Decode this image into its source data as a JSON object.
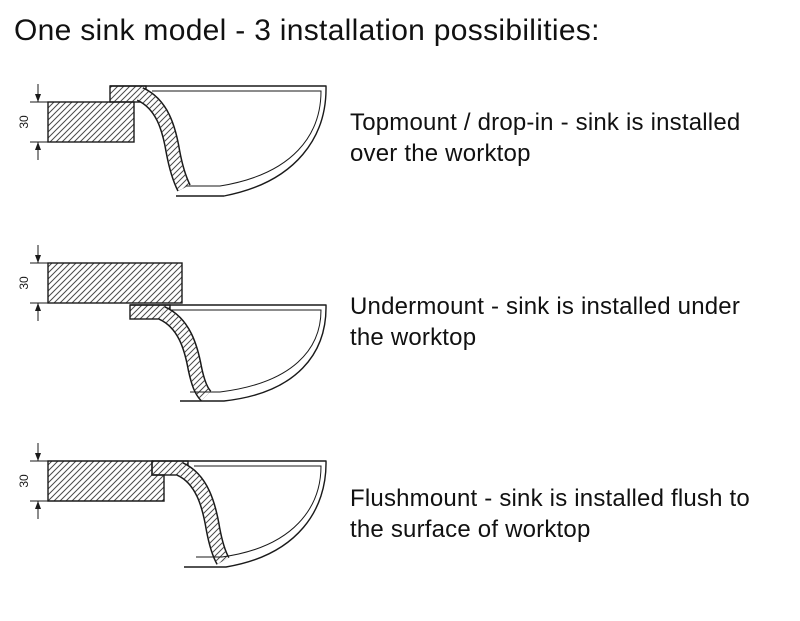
{
  "title": "One sink model - 3 installation possibilities:",
  "colors": {
    "line": "#1a1a1a",
    "hatch": "#4a4a4a",
    "background": "#ffffff"
  },
  "rows": [
    {
      "name": "topmount",
      "dimension": "30",
      "caption": "Topmount / drop-in - sink is installed over the worktop"
    },
    {
      "name": "undermount",
      "dimension": "30",
      "caption": "Undermount - sink is installed under the worktop"
    },
    {
      "name": "flushmount",
      "dimension": "30",
      "caption": "Flushmount - sink is installed flush to the surface of worktop"
    }
  ]
}
